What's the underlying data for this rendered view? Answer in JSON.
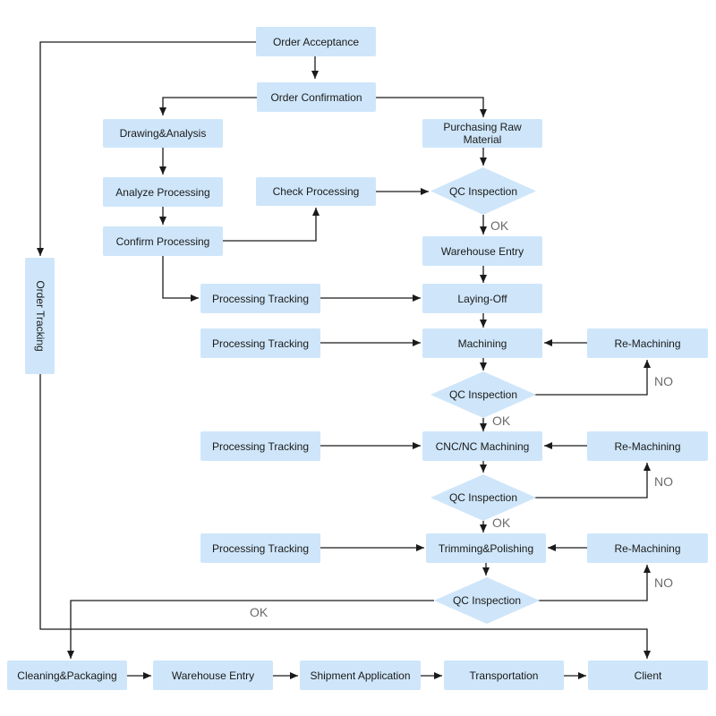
{
  "nodes": {
    "order_acceptance": "Order Acceptance",
    "order_confirmation": "Order Confirmation",
    "drawing_analysis": "Drawing&Analysis",
    "purchasing_raw_material": "Purchasing Raw Material",
    "analyze_processing": "Analyze Processing",
    "check_processing": "Check Processing",
    "confirm_processing": "Confirm Processing",
    "warehouse_entry_1": "Warehouse Entry",
    "processing_tracking_1": "Processing Tracking",
    "laying_off": "Laying-Off",
    "processing_tracking_2": "Processing Tracking",
    "machining": "Machining",
    "re_machining_1": "Re-Machining",
    "processing_tracking_3": "Processing Tracking",
    "cnc_machining": "CNC/NC Machining",
    "re_machining_2": "Re-Machining",
    "processing_tracking_4": "Processing Tracking",
    "trimming_polishing": "Trimming&Polishing",
    "re_machining_3": "Re-Machining",
    "cleaning_packaging": "Cleaning&Packaging",
    "warehouse_entry_2": "Warehouse Entry",
    "shipment_application": "Shipment Application",
    "transportation": "Transportation",
    "client": "Client",
    "order_tracking": "Order Tracking"
  },
  "decisions": {
    "qc_1": "QC Inspection",
    "qc_2": "QC Inspection",
    "qc_3": "QC Inspection",
    "qc_4": "QC Inspection"
  },
  "labels": {
    "ok_1": "OK",
    "ok_2": "OK",
    "no_2": "NO",
    "ok_3": "OK",
    "no_3": "NO",
    "no_4": "NO",
    "ok_4": "OK"
  },
  "colors": {
    "node_fill": "#cfe6fa",
    "line": "#1a1a1a",
    "label_gray": "#6b6b6b"
  }
}
